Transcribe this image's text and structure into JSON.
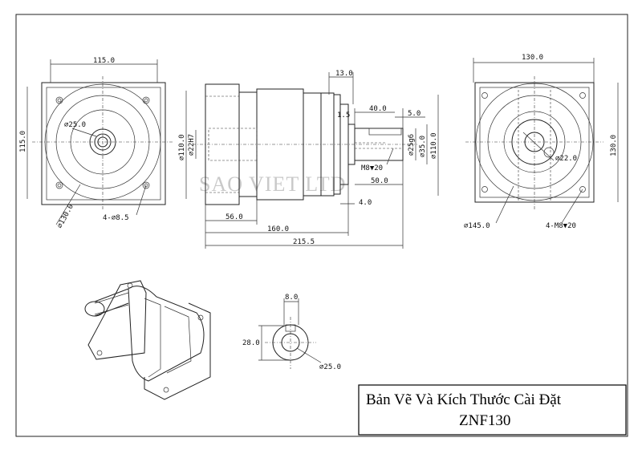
{
  "watermark": "SAO VIET LTD",
  "title_block": {
    "line1": "Bản Vẽ Và Kích Thước Cài Đặt",
    "line2": "ZNF130"
  },
  "front_view_left": {
    "width": "115.0",
    "height": "115.0",
    "bore_dia": "⌀25.0",
    "pcd": "⌀130.0",
    "holes": "4-⌀8.5"
  },
  "side_view": {
    "d13": "13.0",
    "d15": "1.5",
    "d40": "40.0",
    "d5": "5.0",
    "flange_dia": "⌀110.0",
    "inner_dia": "⌀22H7",
    "tap": "M8▼20",
    "shaft_dia": "⌀25g6",
    "pilot_dia": "⌀35.0",
    "pilot2_dia": "⌀110.0",
    "d50": "50.0",
    "d4": "4.0",
    "d56": "56.0",
    "d160": "160.0",
    "d215": "215.5"
  },
  "front_view_right": {
    "width": "130.0",
    "height": "130.0",
    "shaft_dia": "⌀22.0",
    "pcd": "⌀145.0",
    "holes": "4-M8▼20"
  },
  "shaft_section": {
    "key_width": "8.0",
    "height": "28.0",
    "dia": "⌀25.0"
  }
}
